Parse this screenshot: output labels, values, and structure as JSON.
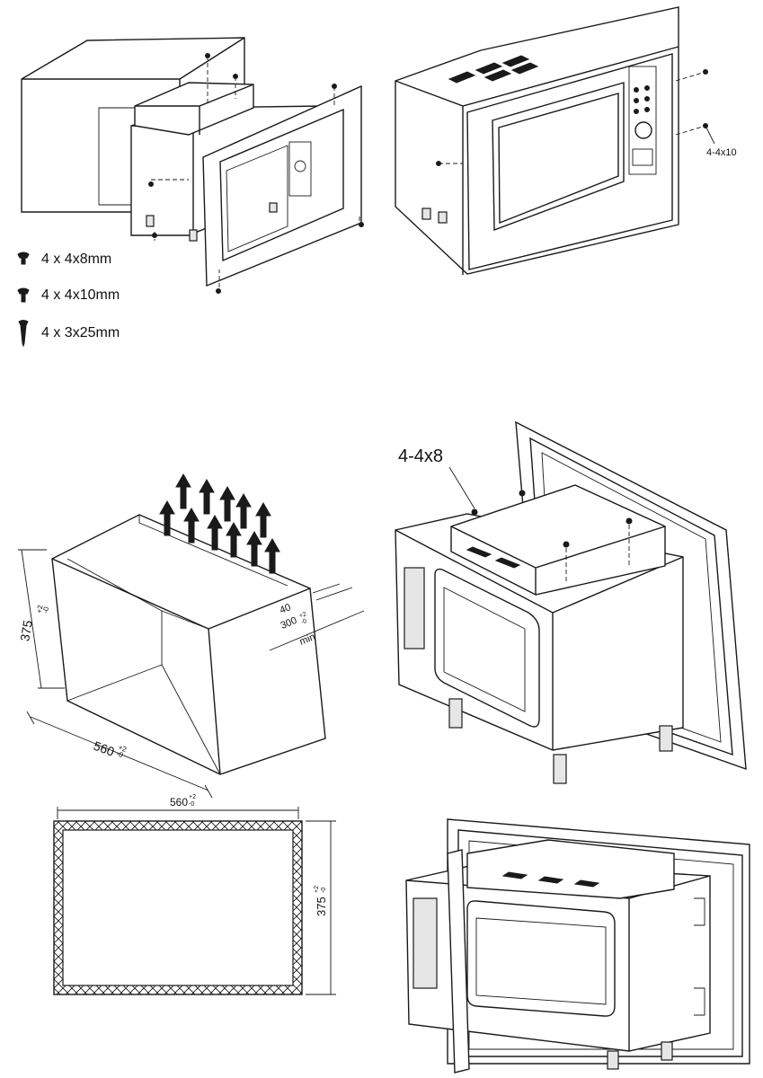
{
  "legend": {
    "items": [
      {
        "icon": "pan-head-screw-icon",
        "label": "4 x 4x8mm"
      },
      {
        "icon": "pan-head-screw-icon",
        "label": "4 x 4x10mm"
      },
      {
        "icon": "wood-screw-icon",
        "label": "4 x 3x25mm"
      }
    ]
  },
  "callouts": {
    "screw_4_4x10": "4-4x10",
    "screw_4_4x8": "4-4x8"
  },
  "cabinet_dimensions": {
    "height": "375",
    "height_tol_top": "+2",
    "height_tol_bottom": "-0",
    "width": "560",
    "width_tol_top": "+2",
    "width_tol_bottom": "-0",
    "depth": "300",
    "depth_tol_top": "+2",
    "depth_tol_bottom": "-0",
    "gap": "40",
    "gap_note": "min"
  },
  "cutout_dimensions": {
    "width": "560",
    "width_tol_top": "+2",
    "width_tol_bottom": "-0",
    "height": "375",
    "height_tol_top": "+2",
    "height_tol_bottom": "-0"
  }
}
